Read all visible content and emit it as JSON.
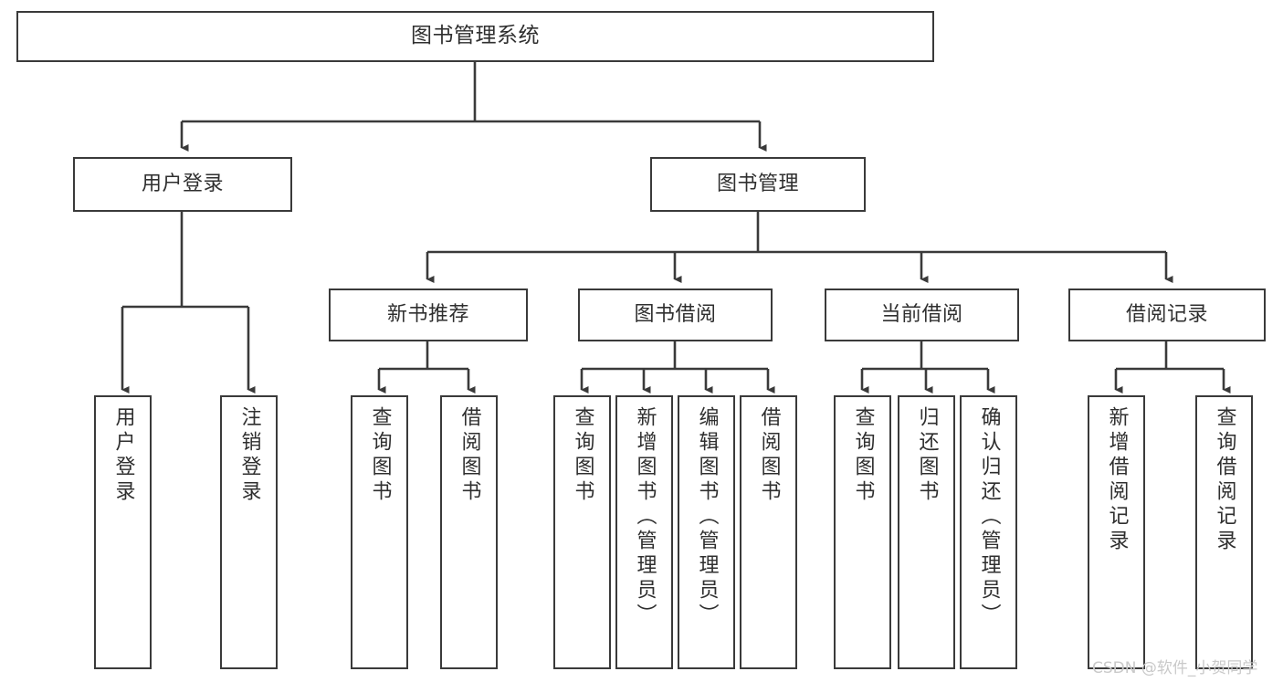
{
  "diagram": {
    "title": "图书管理系统",
    "type": "tree",
    "orientation": "top-down",
    "colors": {
      "background": "#ffffff",
      "box_border": "#3a3a3a",
      "box_fill": "#ffffff",
      "text": "#2f2f2f",
      "connector": "#3a3a3a",
      "watermark": "#c9c9c9"
    }
  },
  "watermark": {
    "text": "CSDN @软件_小贺同学"
  },
  "nodes": {
    "root": {
      "label": "图书管理系统",
      "level": 1
    },
    "level2": [
      {
        "id": "user-login",
        "label": "用户登录",
        "level": 2
      },
      {
        "id": "book-management",
        "label": "图书管理",
        "level": 2
      }
    ],
    "level3": [
      {
        "id": "new-book-recommend",
        "label": "新书推荐",
        "level": 3,
        "parent": "book-management"
      },
      {
        "id": "book-borrow",
        "label": "图书借阅",
        "level": 3,
        "parent": "book-management"
      },
      {
        "id": "current-borrow",
        "label": "当前借阅",
        "level": 3,
        "parent": "book-management"
      },
      {
        "id": "borrow-record",
        "label": "借阅记录",
        "level": 3,
        "parent": "book-management"
      }
    ],
    "leaves": [
      {
        "id": "leaf-user-login",
        "label": "用户登录",
        "parent": "user-login"
      },
      {
        "id": "leaf-logout",
        "label": "注销登录",
        "parent": "user-login"
      },
      {
        "id": "leaf-query-book-1",
        "label": "查询图书",
        "parent": "new-book-recommend"
      },
      {
        "id": "leaf-borrow-book-1",
        "label": "借阅图书",
        "parent": "new-book-recommend"
      },
      {
        "id": "leaf-query-book-2",
        "label": "查询图书",
        "parent": "book-borrow"
      },
      {
        "id": "leaf-add-book",
        "label": "新增图书（管理员）",
        "parent": "book-borrow"
      },
      {
        "id": "leaf-edit-book",
        "label": "编辑图书（管理员）",
        "parent": "book-borrow"
      },
      {
        "id": "leaf-borrow-book-2",
        "label": "借阅图书",
        "parent": "book-borrow"
      },
      {
        "id": "leaf-query-book-3",
        "label": "查询图书",
        "parent": "current-borrow"
      },
      {
        "id": "leaf-return-book",
        "label": "归还图书",
        "parent": "current-borrow"
      },
      {
        "id": "leaf-confirm-return",
        "label": "确认归还（管理员）",
        "parent": "current-borrow"
      },
      {
        "id": "leaf-add-record",
        "label": "新增借阅记录",
        "parent": "borrow-record"
      },
      {
        "id": "leaf-query-record",
        "label": "查询借阅记录",
        "parent": "borrow-record"
      }
    ]
  }
}
